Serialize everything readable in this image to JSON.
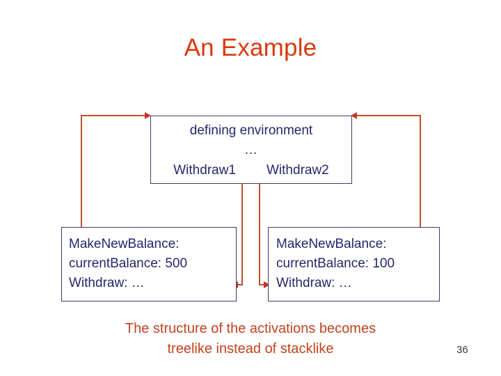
{
  "slide": {
    "title": "An Example",
    "page_number": "36",
    "title_color": "#D63A0F",
    "caption_color": "#C0431F",
    "box_text_color": "#26266B",
    "box_border_color": "#3B3B6B",
    "connector_color": "#BF4F2B",
    "arrowhead_color": "#C7342A",
    "background_color": "#FFFFFF"
  },
  "diagram": {
    "environment_box": {
      "line1": "defining environment",
      "line2": "…",
      "child1": "Withdraw1",
      "child2": "Withdraw2"
    },
    "left_frame": {
      "line1": "MakeNewBalance:",
      "line2": "currentBalance: 500",
      "line3": "Withdraw: …"
    },
    "right_frame": {
      "line1": "MakeNewBalance:",
      "line2": "currentBalance: 100",
      "line3": "Withdraw: …"
    }
  },
  "caption": {
    "line1": "The structure of the activations becomes",
    "line2": "treelike instead of stacklike"
  }
}
